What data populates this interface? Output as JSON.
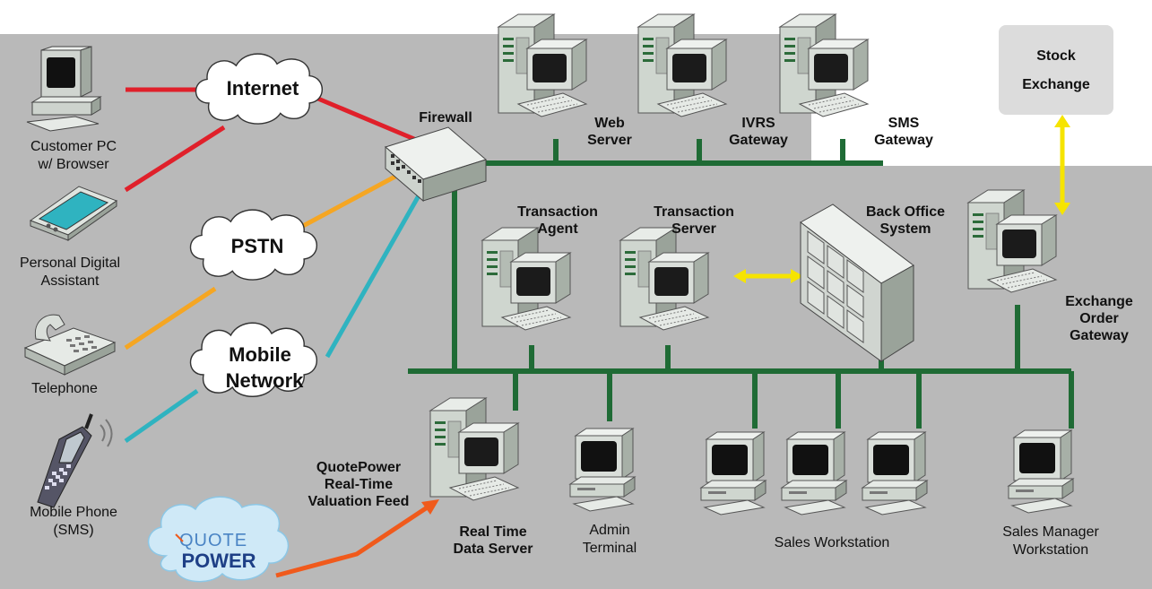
{
  "colors": {
    "background": "#ffffff",
    "panel": "#b9b9b9",
    "network_green": "#1f6b35",
    "internet_red": "#e0202a",
    "pstn_orange": "#f5a623",
    "mobile_teal": "#2fb3c0",
    "feed_orange": "#f05a1c",
    "exchange_yellow": "#f6e400",
    "stock_box": "#dcdcdc"
  },
  "clouds": {
    "internet": "Internet",
    "pstn": "PSTN",
    "mobile_line1": "Mobile",
    "mobile_line2": "Network"
  },
  "devices": {
    "customer_pc": [
      "Customer PC",
      "w/ Browser"
    ],
    "pda": [
      "Personal Digital",
      "Assistant"
    ],
    "telephone": [
      "Telephone"
    ],
    "mobile_phone": [
      "Mobile Phone",
      "(SMS)"
    ],
    "firewall": [
      "Firewall"
    ],
    "web_server": [
      "Web",
      "Server"
    ],
    "ivrs_gateway": [
      "IVRS",
      "Gateway"
    ],
    "sms_gateway": [
      "SMS",
      "Gateway"
    ],
    "stock_exchange": [
      "Stock",
      "Exchange"
    ],
    "transaction_agent": [
      "Transaction",
      "Agent"
    ],
    "transaction_server": [
      "Transaction",
      "Server"
    ],
    "back_office": [
      "Back Office",
      "System"
    ],
    "exchange_order_gateway": [
      "Exchange",
      "Order",
      "Gateway"
    ],
    "real_time_data_server": [
      "Real Time",
      "Data Server"
    ],
    "admin_terminal": [
      "Admin",
      "Terminal"
    ],
    "sales_workstation": [
      "Sales Workstation"
    ],
    "sales_manager_workstation": [
      "Sales Manager",
      "Workstation"
    ]
  },
  "feed": {
    "label": [
      "QuotePower",
      "Real-Time",
      "Valuation Feed"
    ],
    "logo_top": "QUOTE",
    "logo_bottom": "POWER"
  }
}
